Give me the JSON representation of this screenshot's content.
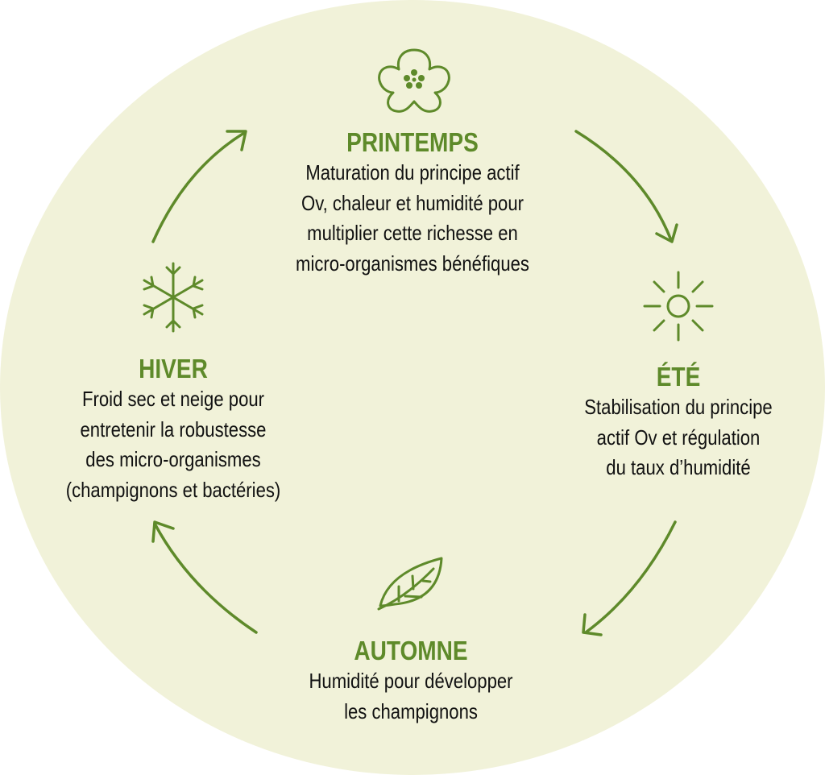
{
  "colors": {
    "background": "#f1f2d9",
    "accent": "#5e8a2a",
    "text": "#111111"
  },
  "seasons": {
    "spring": {
      "title": "PRINTEMPS",
      "icon": "flower-icon",
      "lines": [
        "Maturation du principe actif",
        "Ov, chaleur et humidité pour",
        "multiplier cette richesse en",
        "micro-organismes bénéfiques"
      ]
    },
    "summer": {
      "title": "ÉTÉ",
      "icon": "sun-icon",
      "lines": [
        "Stabilisation du principe",
        "actif Ov et régulation",
        "du taux d’humidité"
      ]
    },
    "autumn": {
      "title": "AUTOMNE",
      "icon": "leaf-icon",
      "lines": [
        "Humidité pour développer",
        "les champignons"
      ]
    },
    "winter": {
      "title": "HIVER",
      "icon": "snowflake-icon",
      "lines": [
        "Froid sec et neige pour",
        "entretenir la robustesse",
        "des micro-organismes",
        "(champignons et bactéries)"
      ]
    }
  }
}
